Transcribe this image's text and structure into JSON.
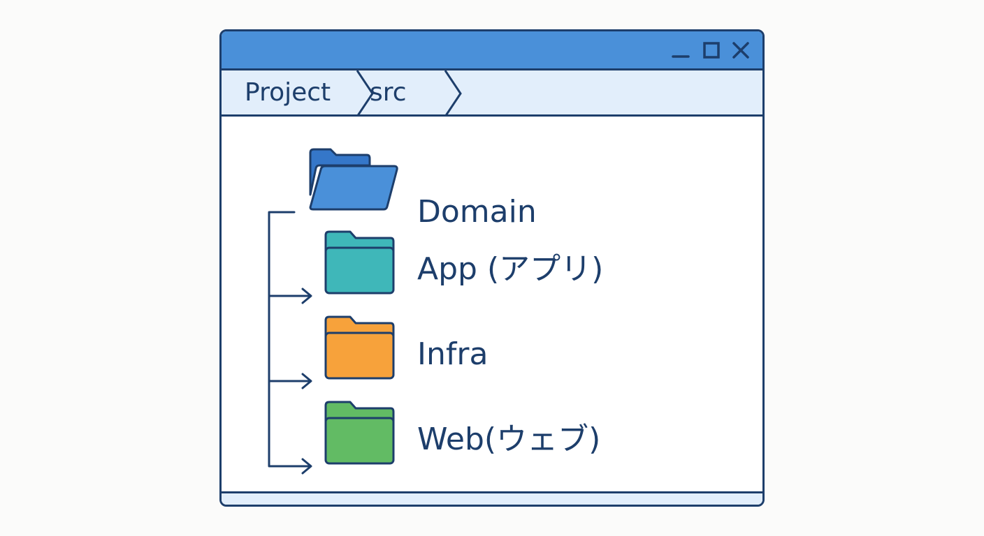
{
  "window": {
    "controls": {
      "minimize_icon": "minimize-icon",
      "maximize_icon": "maximize-icon",
      "close_icon": "close-icon"
    }
  },
  "breadcrumb": {
    "items": [
      {
        "label": "Project"
      },
      {
        "label": "src"
      }
    ]
  },
  "tree": {
    "root": {
      "label": "Domain",
      "icon": "folder-open-icon",
      "color": "#4a90d9"
    },
    "children": [
      {
        "label": "App (アプリ)",
        "icon": "folder-icon",
        "color": "#3fb7b9"
      },
      {
        "label": "Infra",
        "icon": "folder-icon",
        "color": "#f7a23b"
      },
      {
        "label": "Web(ウェブ)",
        "icon": "folder-icon",
        "color": "#62bb64"
      }
    ]
  },
  "colors": {
    "titlebar": "#4a90d9",
    "outline": "#1d3e6b",
    "breadcrumb_bg": "#e2eefb"
  }
}
